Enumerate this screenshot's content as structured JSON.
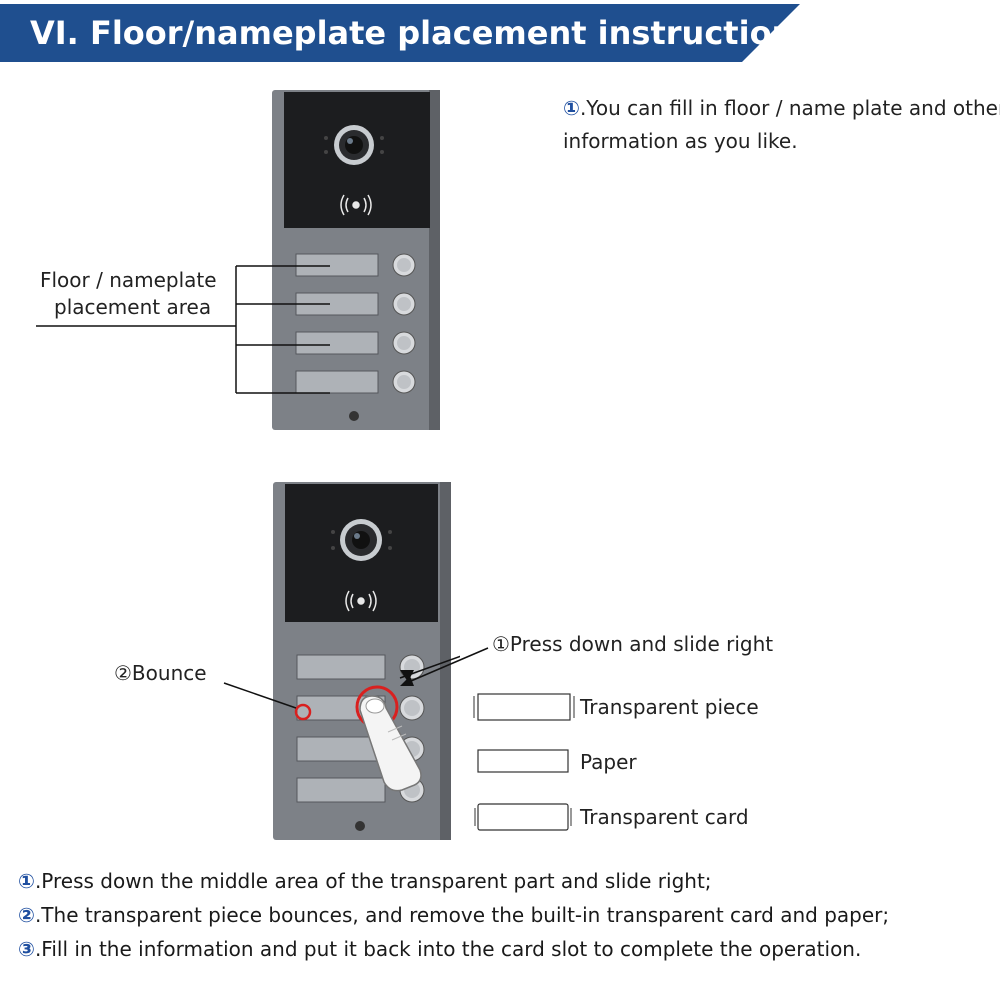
{
  "header": {
    "title": "VI. Floor/nameplate placement  instructions"
  },
  "intro": {
    "marker": "①",
    "line1": ".You can fill in floor / name plate and other",
    "line2": "information as you like."
  },
  "diagram1": {
    "label_line1": "Floor / nameplate",
    "label_line2": "placement area"
  },
  "diagram2": {
    "press_label": "①Press down and slide right",
    "bounce_label": "②Bounce"
  },
  "parts": [
    {
      "label": "Transparent piece"
    },
    {
      "label": "Paper"
    },
    {
      "label": "Transparent card"
    }
  ],
  "instructions": [
    {
      "marker": "①",
      "text": ".Press down the middle area of the transparent part and slide right;"
    },
    {
      "marker": "②",
      "text": ".The transparent piece bounces, and remove the built-in transparent card and paper;"
    },
    {
      "marker": "③",
      "text": ".Fill in the information and put it back into the card slot to complete the operation."
    }
  ],
  "colors": {
    "banner": "#1f4f8f",
    "panel": "#7b7f85",
    "camera_module": "#1c1d1f",
    "accent_red": "#d9201f",
    "marker_blue": "#1f4fa0"
  },
  "icons": [
    "camera-lens-icon",
    "nfc-icon",
    "call-button-icon",
    "screw-icon",
    "finger-icon"
  ]
}
